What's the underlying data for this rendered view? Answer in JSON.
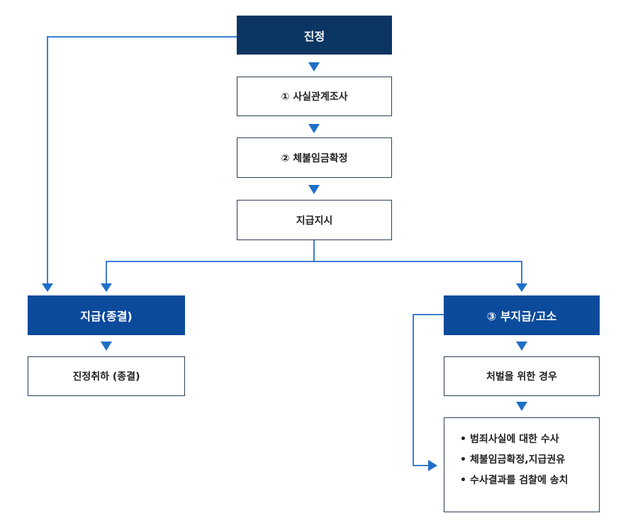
{
  "nodes": {
    "petition": "진정",
    "step1": "① 사실관계조사",
    "step2": "② 체불임금확정",
    "payment_order": "지급지시",
    "paid": "지급(종결)",
    "withdrawal": "진정취하 (종결)",
    "nonpayment": "③ 부지급/고소",
    "punishment": "처벌을 위한 경우",
    "actions": [
      "범죄사실에 대한 수사",
      "체불임금확정,지급권유",
      "수사결과를 검찰에 송치"
    ]
  },
  "colors": {
    "dark_navy": "#0b3563",
    "primary_blue": "#0c4a9c",
    "arrow_blue": "#1f6fc7",
    "line_blue": "#3a7fd0",
    "border": "#2c3e57"
  }
}
